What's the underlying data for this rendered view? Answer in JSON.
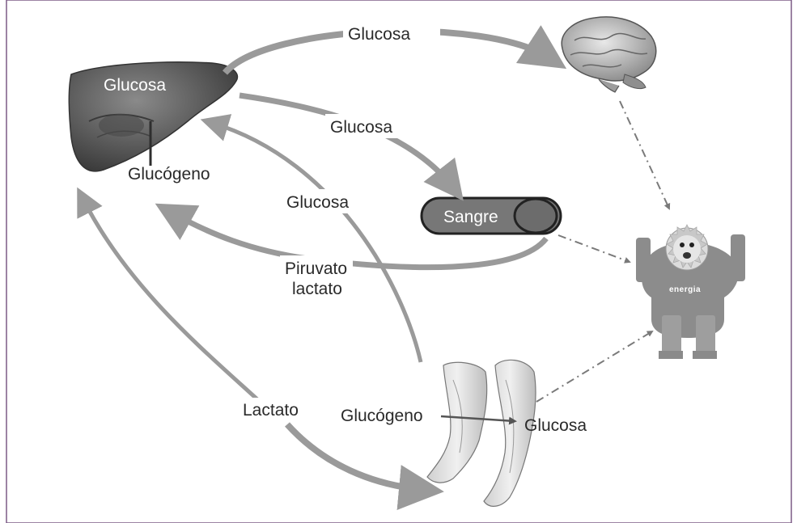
{
  "diagram": {
    "labels": {
      "glucosa_top": "Glucosa",
      "glucosa_liver": "Glucosa",
      "glucogeno_liver": "Glucógeno",
      "glucosa_to_blood": "Glucosa",
      "glucosa_to_muscle": "Glucosa",
      "sangre": "Sangre",
      "piruvato": "Piruvato",
      "lactato_line2": "lactato",
      "lactato": "Lactato",
      "glucogeno_muscle": "Glucógeno",
      "glucosa_muscle": "Glucosa",
      "energia": "energia"
    },
    "colors": {
      "frame": "#7b5a86",
      "arrow": "#9a9a9a",
      "blood_fill": "#777777",
      "liver": "#5d5d5d",
      "mascot": "#8c8c8c"
    },
    "icons": [
      "liver-icon",
      "brain-icon",
      "blood-vessel-icon",
      "muscle-arm-icon",
      "energy-mascot-icon"
    ]
  }
}
